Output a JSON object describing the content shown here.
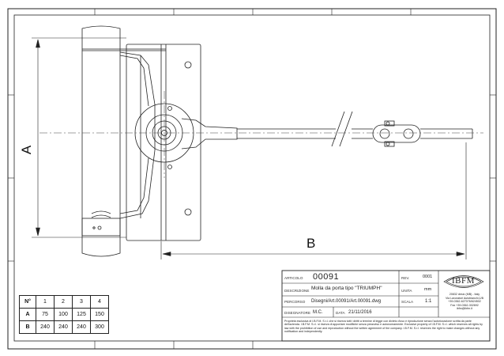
{
  "dimensions": {
    "a_label": "A",
    "b_label": "B"
  },
  "title_block": {
    "articolo_label": "ARTICOLO",
    "articolo_value": "00091",
    "rev_label": "REV.",
    "rev_value": "0001",
    "descrizione_label": "DESCRIZIONE",
    "descrizione_value": "Molla da porta tipo \"TRIUMPH\"",
    "unita_label": "UNITA",
    "unita_value": "mm",
    "percorso_label": "PERCORSO",
    "percorso_value": "Disegni/Art.00091/Art.00091.dwg",
    "scala_label": "SCALA",
    "scala_value": "1:1",
    "disegnatore_label": "DISEGNATORE",
    "disegnatore_value": "M.C.",
    "data_label": "DATA",
    "data_value": "21/11/2016",
    "logo_text": "IBFM",
    "address_lines": [
      "20832 desio (MB) - Italy",
      "Via Lavoratori Autobianchi,1/B",
      "+39-0362-627076/624502",
      "Fax +39-0362-302692",
      "ibfm@ibfm.it"
    ],
    "notes": "Proprietà esclusiva di I.B.F.M. S.r.l. che si riserva tutti i diritti a termine di legge con divieto d'uso e riproduzione senza l'autorizzazione scritta da parte dell'azienda. I.B.F.M. S.r.l. si riserva di apportare modifiche senza preavviso e autonomamente. Exclusive property of I.B.F.M. S.r.l. which reserves all rights by law with the prohibition of use and reproduction without the written agreement of the company. I.B.F.M. S.r.l. reserves the right to make changes without any notification and independently."
  },
  "size_table": {
    "header": [
      "N°",
      "1",
      "2",
      "3",
      "4"
    ],
    "rows": [
      {
        "label": "A",
        "values": [
          "75",
          "100",
          "125",
          "150"
        ]
      },
      {
        "label": "B",
        "values": [
          "240",
          "240",
          "240",
          "300"
        ]
      }
    ]
  }
}
